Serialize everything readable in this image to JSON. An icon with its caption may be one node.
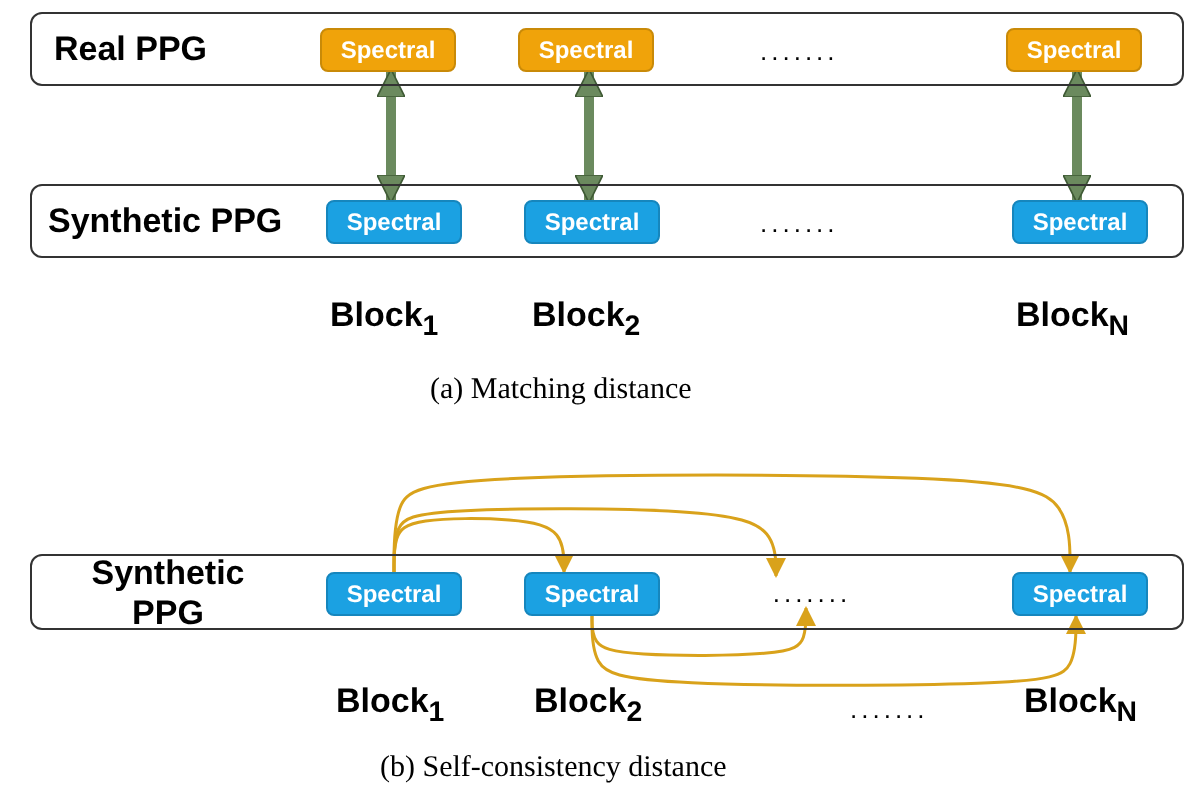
{
  "diagram": {
    "nodes": [
      {
        "text": [
          "Real PPG"
        ]
      },
      {
        "text": [
          "Spectral"
        ],
        "in": 0
      },
      {
        "text": [
          "Spectral"
        ],
        "in": 0
      },
      {
        "text": [
          "Spectral"
        ],
        "in": 0
      },
      {
        "text": [
          "Synthetic PPG"
        ]
      },
      {
        "text": [
          "Spectral"
        ],
        "in": 4
      },
      {
        "text": [
          "Spectral"
        ],
        "in": 4
      },
      {
        "text": [
          "Spectral"
        ],
        "in": 4
      },
      {
        "text": [
          "Synthetic PPG"
        ]
      },
      {
        "text": [
          "Spectral"
        ],
        "in": 8
      },
      {
        "text": [
          "Spectral"
        ],
        "in": 8
      },
      {
        "text": [
          "......."
        ],
        "in": 8
      },
      {
        "text": [
          "Spectral"
        ],
        "in": 8
      }
    ],
    "edges": [
      {
        "from": 1,
        "to": 5,
        "arrow": "both",
        "style": "thick",
        "color": "#6b8a5e"
      },
      {
        "from": 2,
        "to": 6,
        "arrow": "both",
        "style": "thick",
        "color": "#6b8a5e"
      },
      {
        "from": 3,
        "to": 7,
        "arrow": "both",
        "style": "thick",
        "color": "#6b8a5e"
      },
      {
        "from": 9,
        "to": 10,
        "arrow": "to"
      },
      {
        "from": 9,
        "to": 11,
        "arrow": "to"
      },
      {
        "from": 9,
        "to": 12,
        "arrow": "to"
      },
      {
        "from": 10,
        "to": 11,
        "arrow": "to"
      },
      {
        "from": 10,
        "to": 12,
        "arrow": "to"
      }
    ],
    "labels": [
      ".......",
      ".......",
      "Block$_{1}$",
      "Block$_{2}$",
      "Block$_{N}$",
      "(a) Matching distance",
      "Block$_{1}$",
      "Block$_{2}$",
      ".......",
      "Block$_{N}$",
      "(b) Self-consistency distance"
    ]
  }
}
